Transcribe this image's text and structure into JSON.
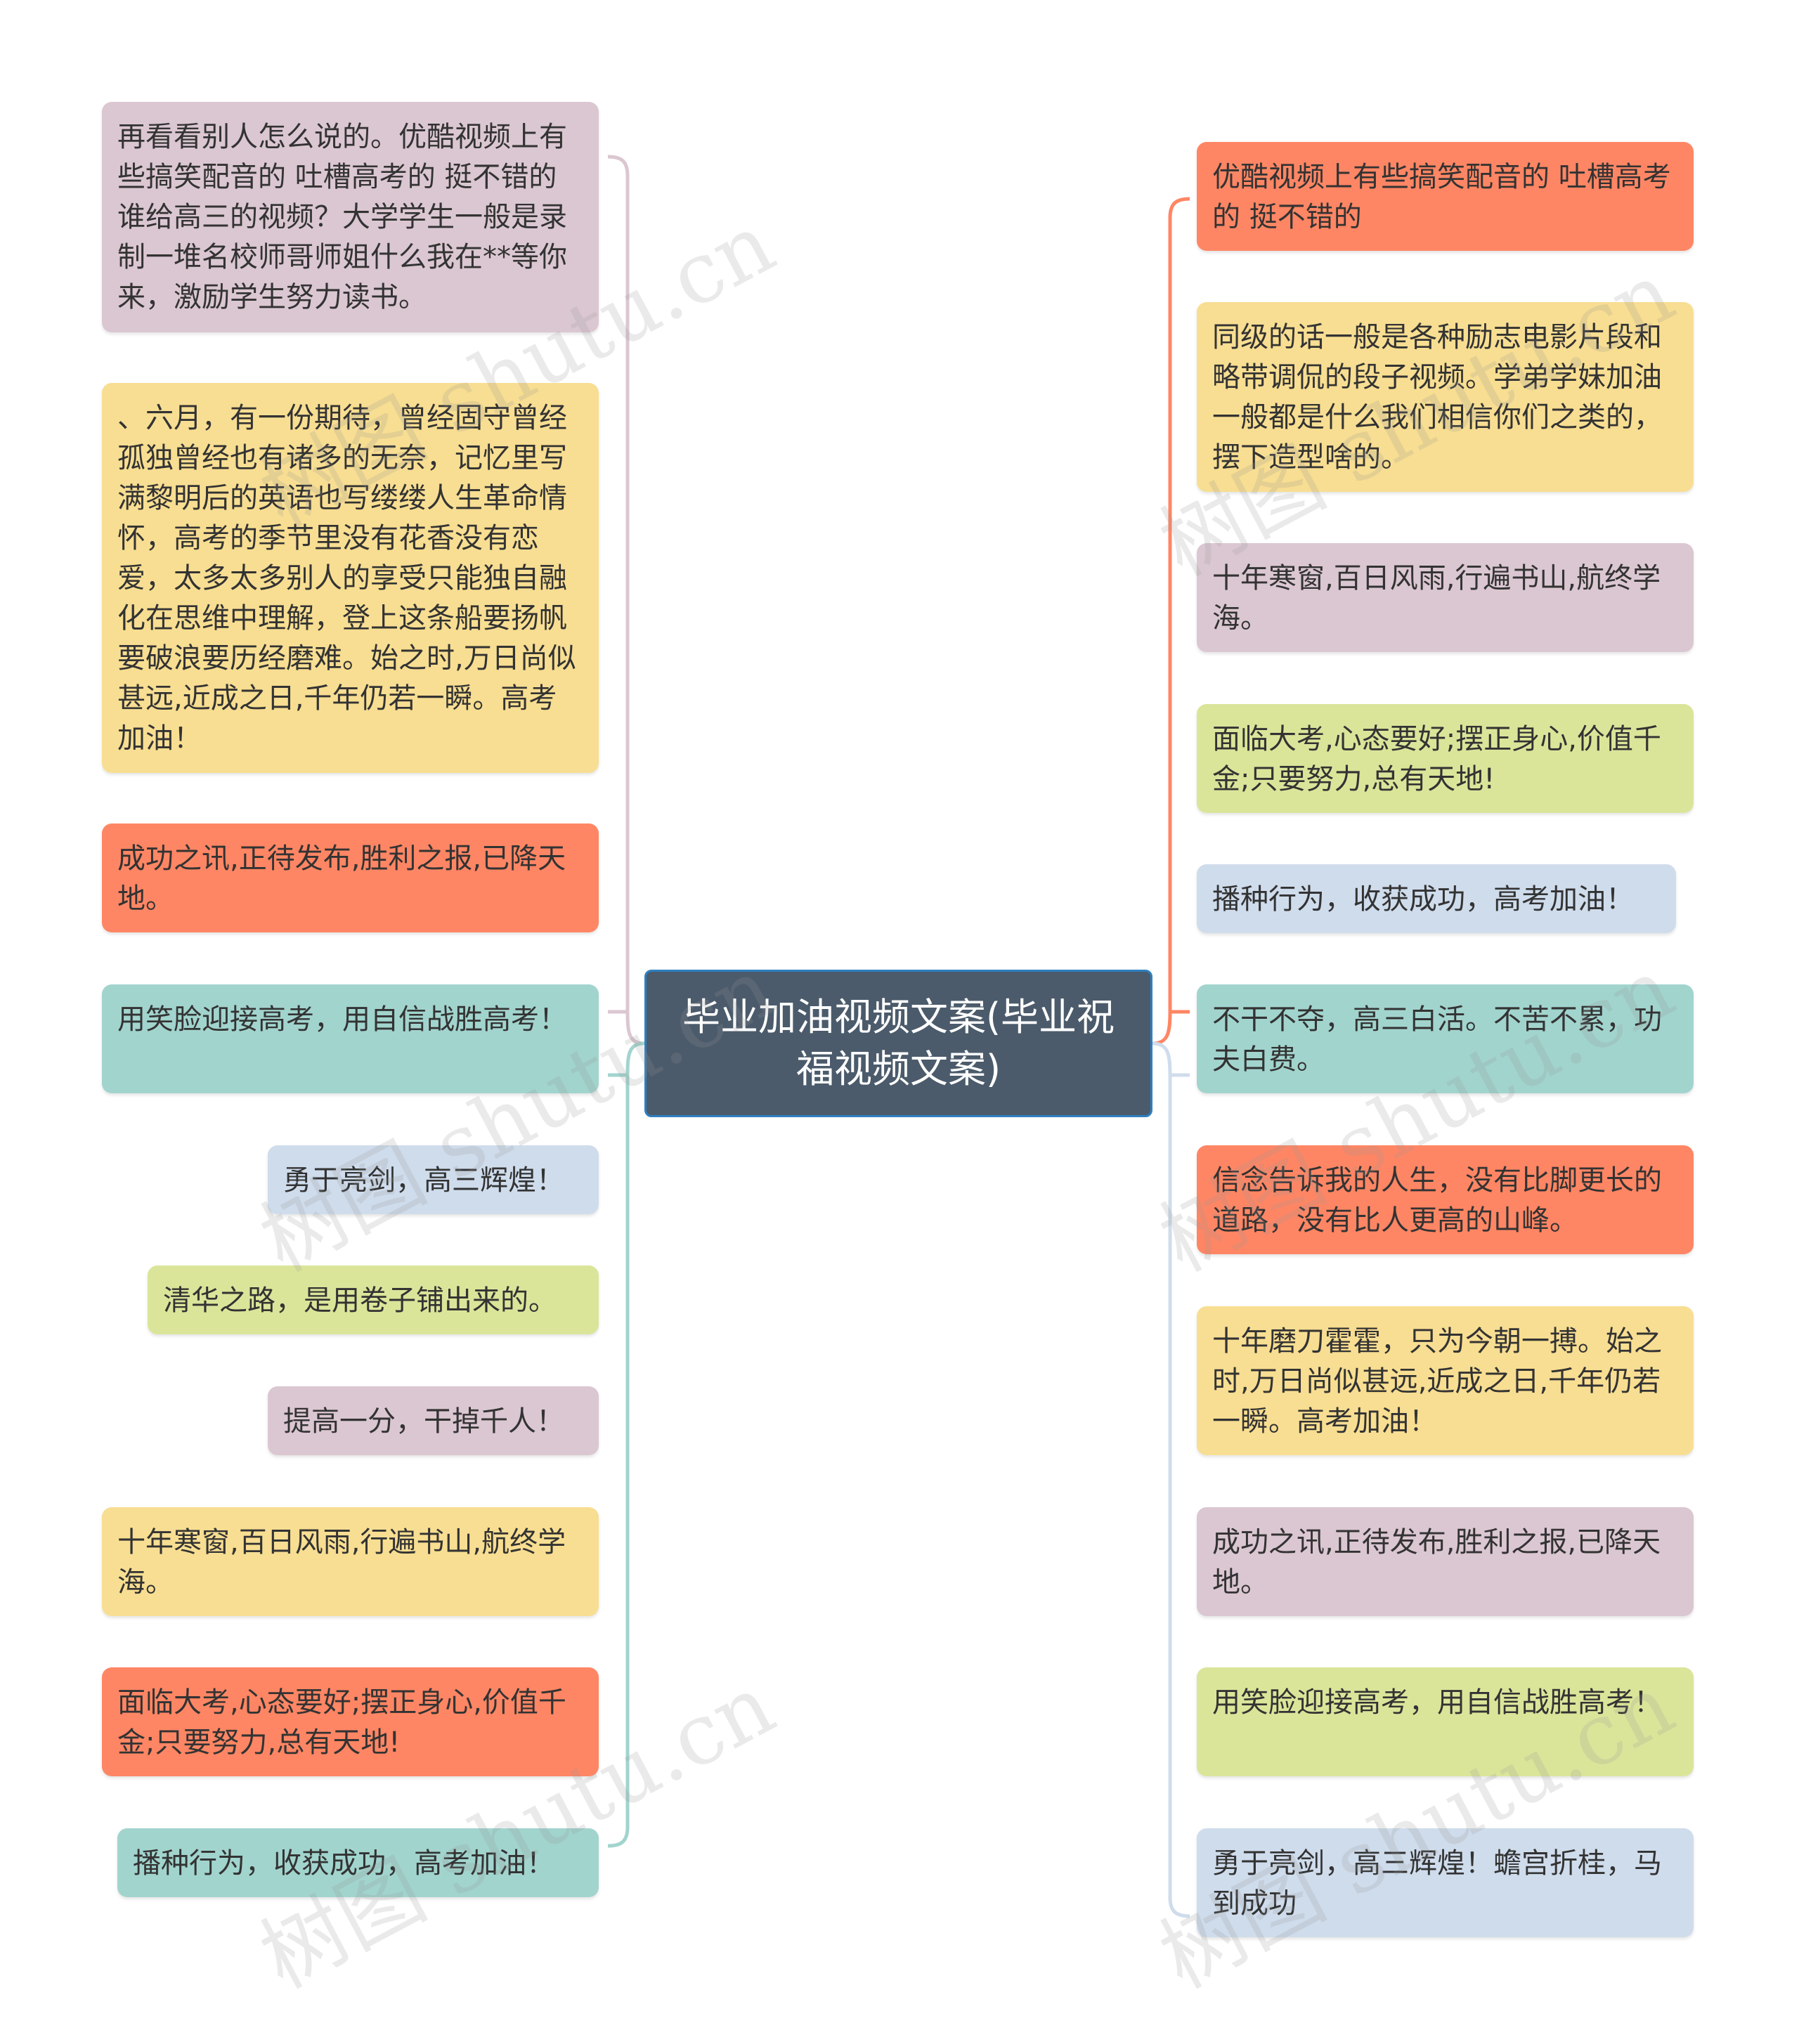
{
  "root": {
    "label": "毕业加油视频文案(毕业祝福视频文案)"
  },
  "left_branches": [
    {
      "text": "再看看别人怎么说的。优酷视频上有些搞笑配音的 吐槽高考的 挺不错的谁给高三的视频？大学学生一般是录制一堆名校师哥师姐什么我在**等你来，激励学生努力读书。"
    },
    {
      "text": "、六月，有一份期待，曾经固守曾经孤独曾经也有诸多的无奈，记忆里写满黎明后的英语也写缕缕人生革命情怀，高考的季节里没有花香没有恋爱，太多太多别人的享受只能独自融化在思维中理解，登上这条船要扬帆要破浪要历经磨难。始之时,万日尚似甚远,近成之日,千年仍若一瞬。高考加油！"
    },
    {
      "text": "成功之讯,正待发布,胜利之报,已降天地。"
    },
    {
      "text": "用笑脸迎接高考，用自信战胜高考！"
    },
    {
      "text": "勇于亮剑，高三辉煌！"
    },
    {
      "text": "清华之路，是用卷子铺出来的。"
    },
    {
      "text": "提高一分，干掉千人！"
    },
    {
      "text": "十年寒窗,百日风雨,行遍书山,航终学海。"
    },
    {
      "text": "面临大考,心态要好;摆正身心,价值千金;只要努力,总有天地!"
    },
    {
      "text": "播种行为，收获成功，高考加油！"
    }
  ],
  "right_branches": [
    {
      "text": "优酷视频上有些搞笑配音的 吐槽高考的  挺不错的"
    },
    {
      "text": "同级的话一般是各种励志电影片段和略带调侃的段子视频。学弟学妹加油一般都是什么我们相信你们之类的，摆下造型啥的。"
    },
    {
      "text": "十年寒窗,百日风雨,行遍书山,航终学海。"
    },
    {
      "text": "面临大考,心态要好;摆正身心,价值千金;只要努力,总有天地!"
    },
    {
      "text": "播种行为，收获成功，高考加油！"
    },
    {
      "text": "不干不夺，高三白活。不苦不累，功夫白费。"
    },
    {
      "text": "信念告诉我的人生，没有比脚更长的道路，没有比人更高的山峰。"
    },
    {
      "text": "十年磨刀霍霍，只为今朝一搏。始之时,万日尚似甚远,近成之日,千年仍若一瞬。高考加油！"
    },
    {
      "text": "成功之讯,正待发布,胜利之报,已降天地。"
    },
    {
      "text": "用笑脸迎接高考，用自信战胜高考！"
    },
    {
      "text": "勇于亮剑，高三辉煌！蟾宫折桂，马到成功"
    }
  ],
  "watermark": {
    "text": "树图 shutu.cn"
  },
  "colors": {
    "root_bg": "#4b5b6b",
    "root_border": "#2f7fbf",
    "red": "#ff8664",
    "pink": "#dbc7d1",
    "yellow": "#f8de92",
    "green": "#dbe59a",
    "blue": "#cfdcec",
    "teal": "#a2d4ce",
    "connector_pink": "#dbc7d1",
    "connector_teal": "#a2d4ce",
    "connector_red": "#ff8664",
    "connector_blue": "#cfdcec"
  }
}
